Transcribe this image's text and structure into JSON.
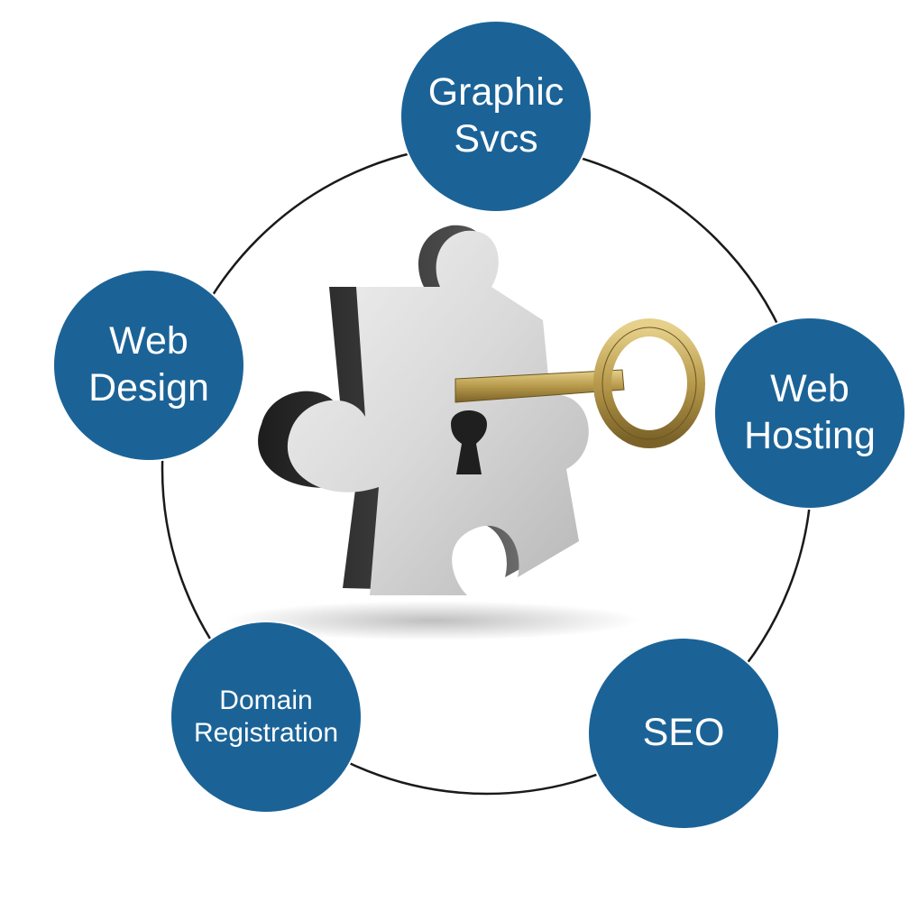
{
  "diagram": {
    "nodes": [
      {
        "id": "graphic-svcs",
        "label": "Graphic\nSvcs"
      },
      {
        "id": "web-design",
        "label": "Web\nDesign"
      },
      {
        "id": "web-hosting",
        "label": "Web\nHosting"
      },
      {
        "id": "domain-registration",
        "label": "Domain\nRegistration"
      },
      {
        "id": "seo",
        "label": "SEO"
      }
    ],
    "center_image": "puzzle-piece-with-key-icon"
  },
  "colors": {
    "node_fill": "#1b6397",
    "node_text": "#ffffff",
    "ring": "#1a1a1a",
    "key_gold": "#b79a4c"
  }
}
